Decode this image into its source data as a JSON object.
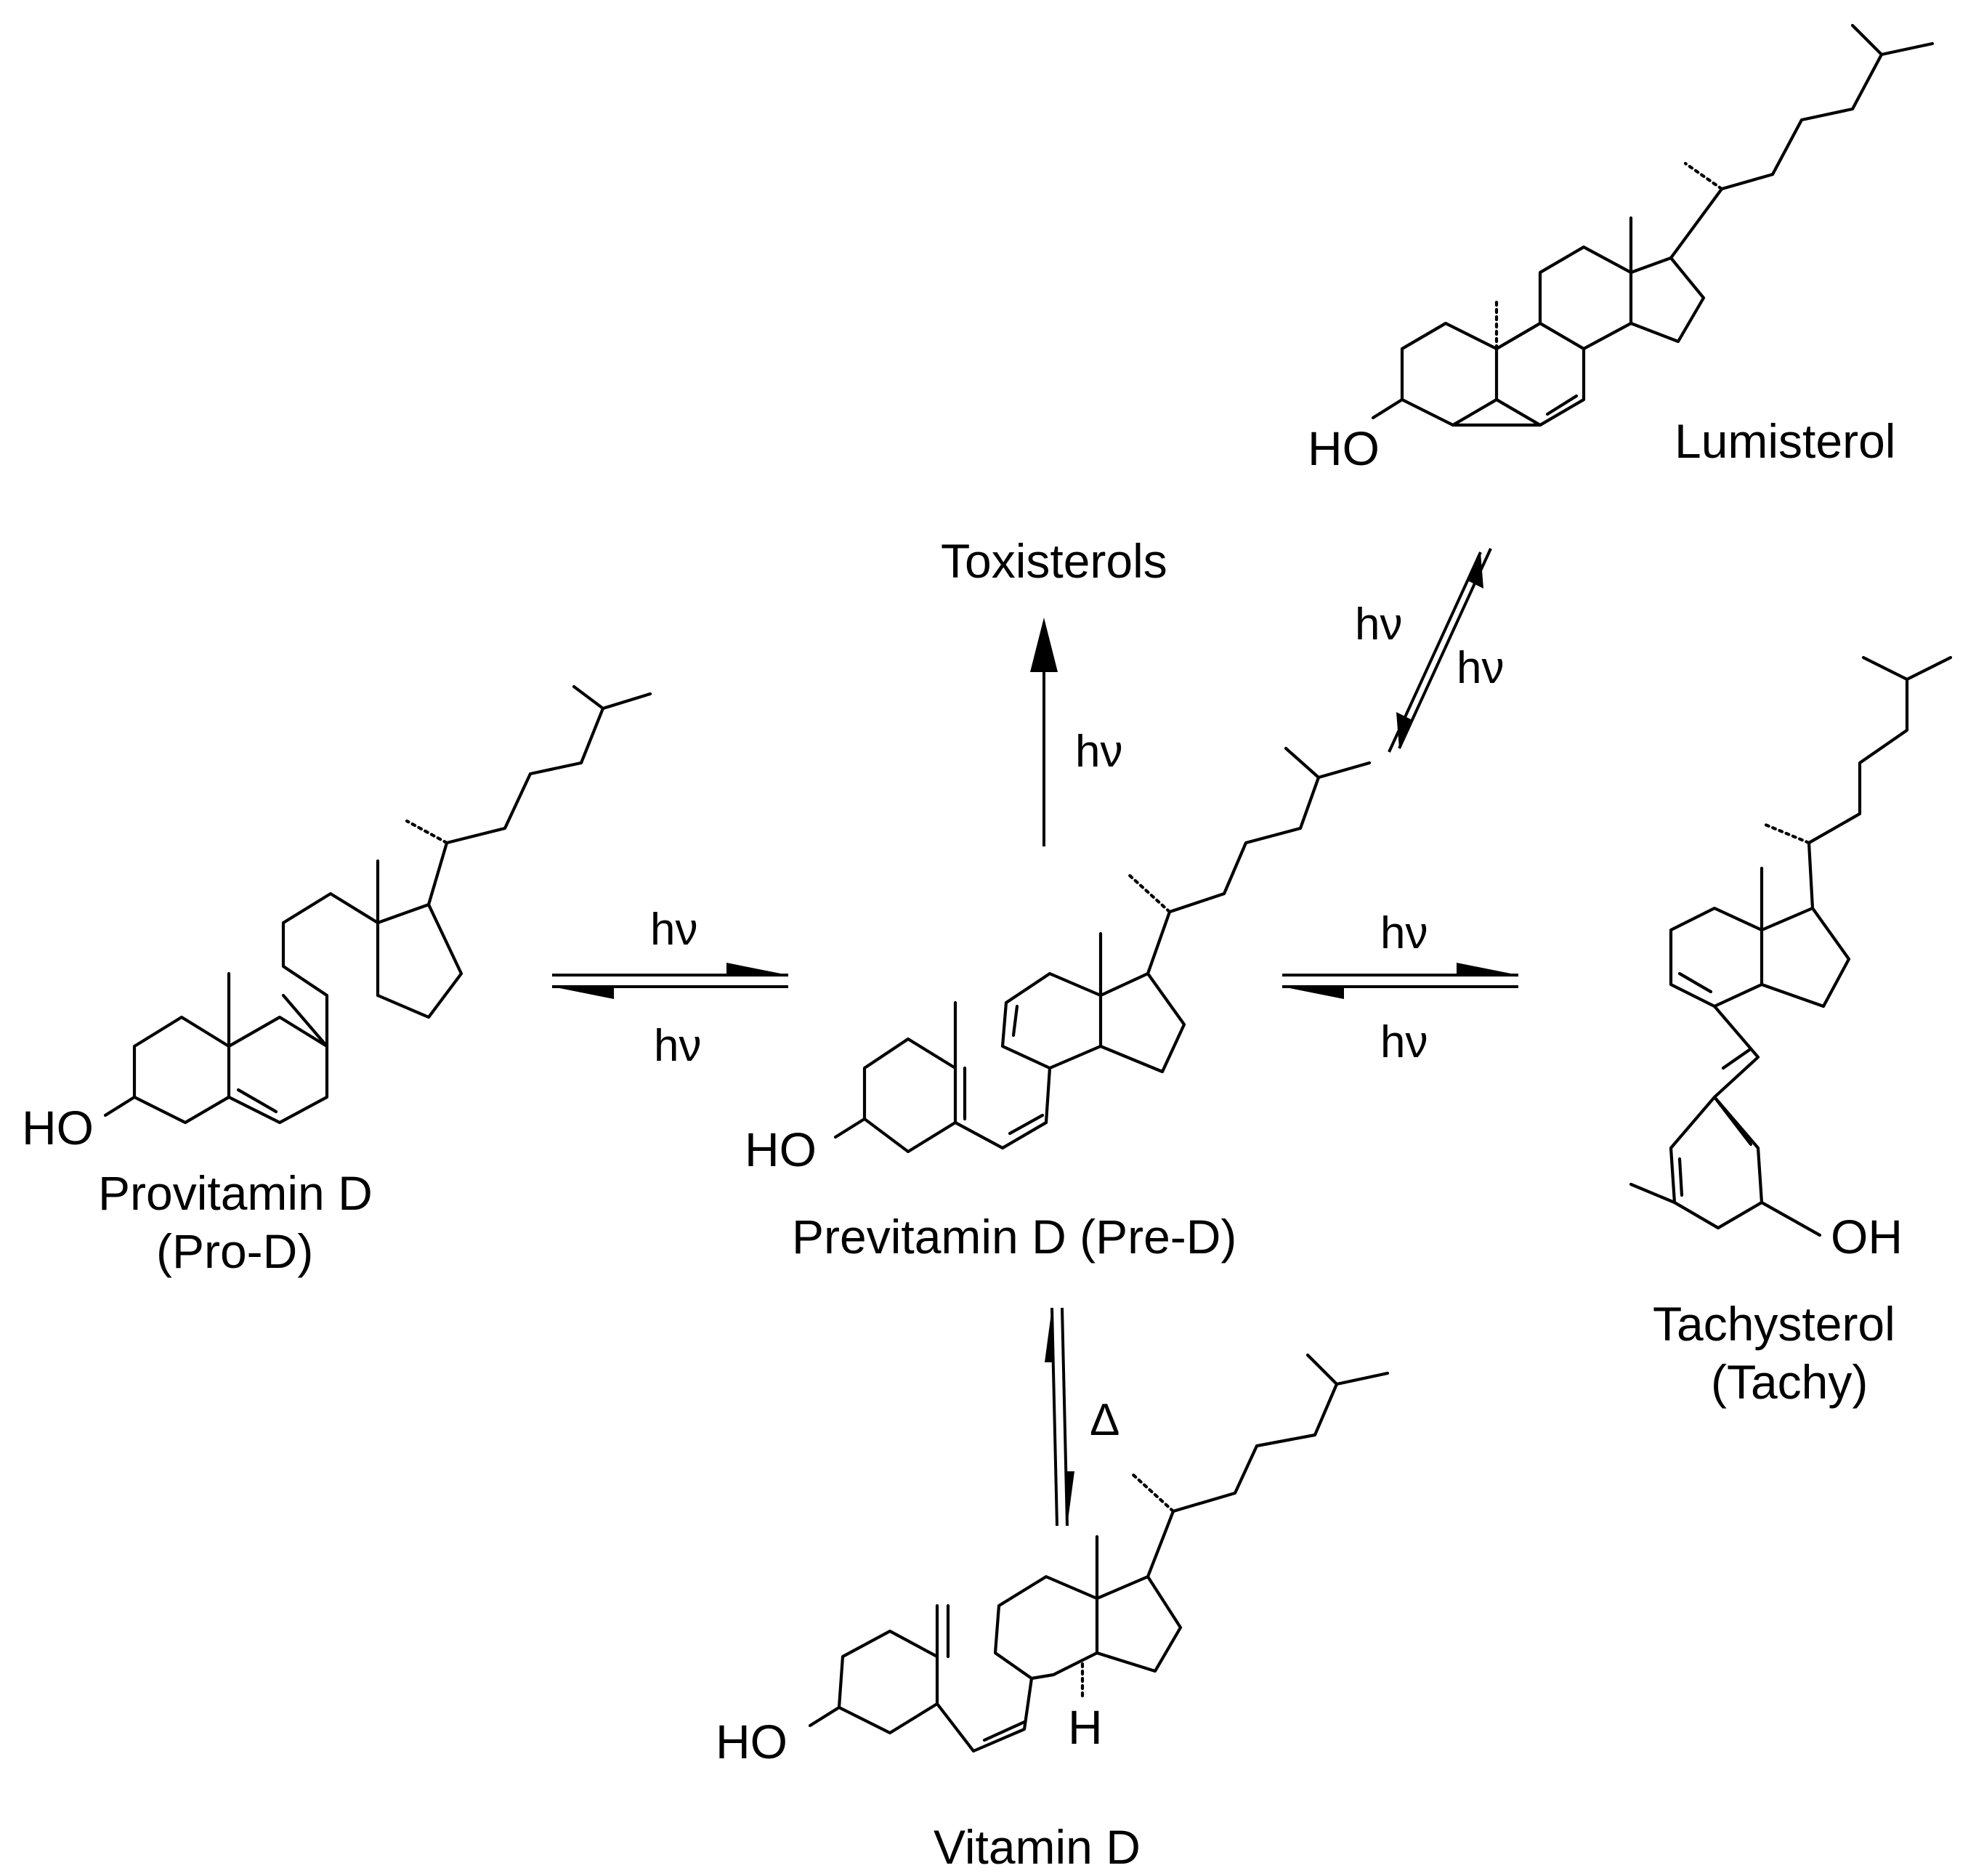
{
  "compounds": {
    "lumisterol": {
      "label": "Lumisterol",
      "atom_oh": "HO"
    },
    "provitamin": {
      "label_line1": "Provitamin D",
      "label_line2": "(Pro-D)",
      "atom_oh": "HO"
    },
    "previtamin": {
      "label": "Previtamin D (Pre-D)",
      "atom_oh": "HO"
    },
    "tachysterol": {
      "label_line1": "Tachysterol",
      "label_line2": "(Tachy)",
      "atom_oh": "OH"
    },
    "vitamin": {
      "label": "Vitamin D",
      "atom_oh": "HO",
      "atom_h": "H"
    },
    "toxisterols": {
      "label": "Toxisterols"
    }
  },
  "conditions": {
    "light": "hν",
    "heat": "Δ"
  }
}
